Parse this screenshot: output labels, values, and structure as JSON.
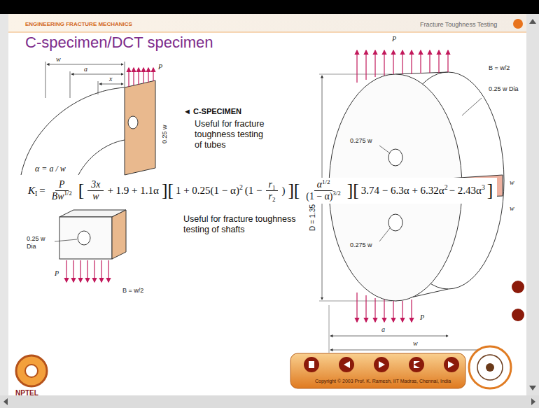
{
  "diagram": {
    "title": "C-specimen/DCT specimen",
    "labels": [
      "ENGINEERING FRACTURE MECHANICS",
      "Fracture Toughness Testing",
      "x",
      "a",
      "w",
      "P",
      "0.25 w",
      "◄ C-SPECIMEN",
      "Useful for fracture toughness testing of tubes",
      "α = a / w",
      "K",
      "I",
      "=",
      "P",
      "Bw",
      "1/2",
      "[",
      "3x",
      "w",
      "+ 1.9 + 1.1α",
      "][",
      "1 + 0.25(1 − α)",
      "2",
      "(1 −",
      "r",
      "1",
      "r",
      "2",
      ")",
      "][",
      "α",
      "1/2",
      "(1 − α)",
      "3/2",
      "][",
      "3.74 − 6.3α + 6.32α",
      "2",
      "− 2.43α",
      "3",
      "]",
      "Useful for fracture toughness testing of shafts",
      "0.25 w Dia",
      "P",
      "B = w/2",
      "P",
      "0.25 w Dia",
      "B = w/2",
      "D = 1.35 w",
      "0.275 w",
      "w",
      "w",
      "0.275 w",
      "P",
      "a",
      "w",
      "Copyright © 2003 Prof. K. Ramesh, IIT Madras, Chennai, India",
      "NPTEL"
    ]
  }
}
